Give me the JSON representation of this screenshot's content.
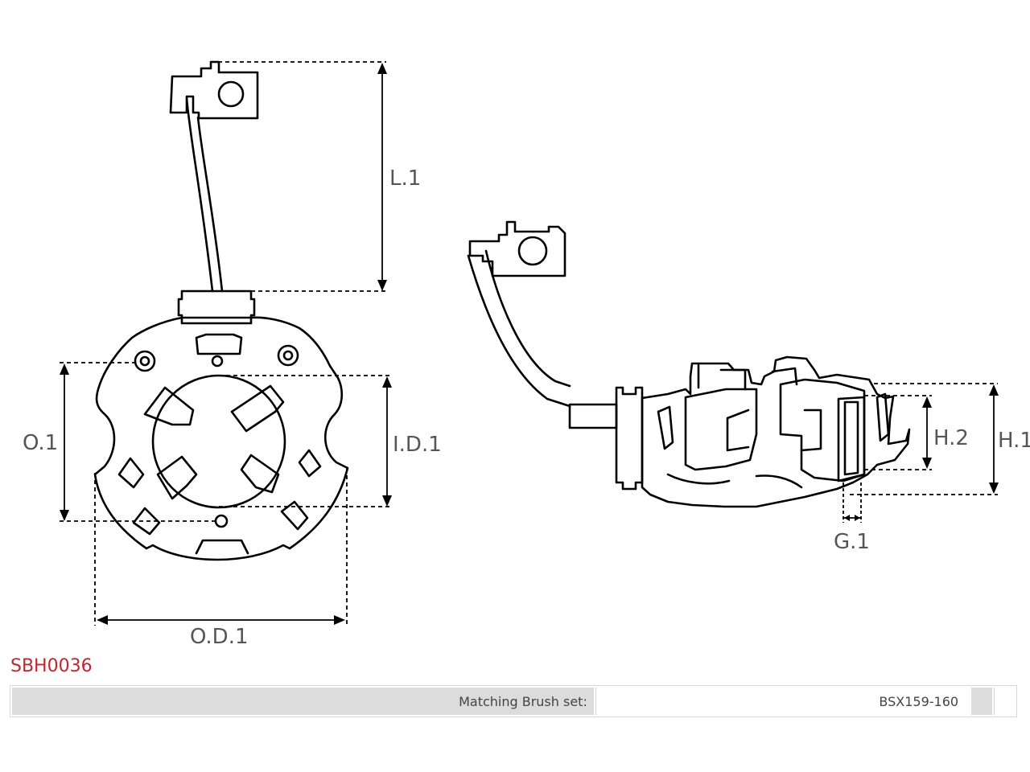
{
  "diagram": {
    "dimension_labels": {
      "l1": "L.1",
      "o1": "O.1",
      "id1": "I.D.1",
      "od1": "O.D.1",
      "h2": "H.2",
      "h1": "H.1",
      "g1": "G.1"
    }
  },
  "product": {
    "code": "SBH0036"
  },
  "spec_table": {
    "matching_label": "Matching Brush set:",
    "matching_value": "BSX159-160"
  },
  "colors": {
    "code_red": "#c0262d",
    "line": "#000000",
    "label_gray": "#555555",
    "table_gray": "#dcdcdc"
  }
}
